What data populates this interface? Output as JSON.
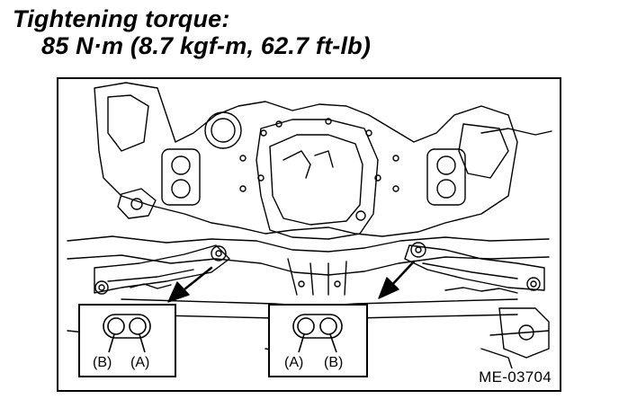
{
  "torque": {
    "title": "Tightening torque:",
    "value": "85 N·m (8.7 kgf-m, 62.7 ft-lb)"
  },
  "figure": {
    "code": "ME-03704",
    "left_inset": {
      "label_1": "(B)",
      "label_2": "(A)"
    },
    "right_inset": {
      "label_1": "(A)",
      "label_2": "(B)"
    }
  }
}
